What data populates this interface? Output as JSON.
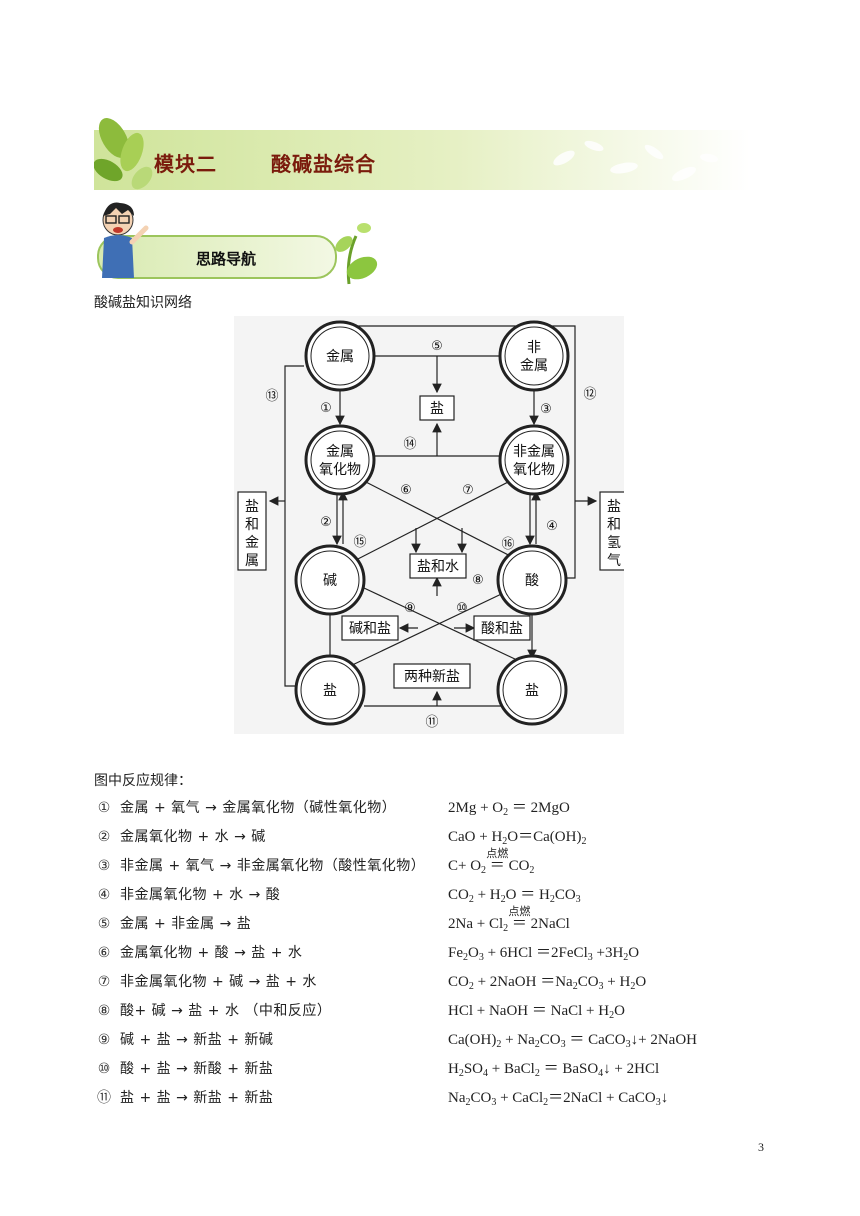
{
  "module": {
    "label": "模块二",
    "title": "酸碱盐综合"
  },
  "section": {
    "title": "思路导航"
  },
  "intro": "酸碱盐知识网络",
  "diagram": {
    "nodes": {
      "metal": "金属",
      "nonmetal_l1": "非",
      "nonmetal_l2": "金属",
      "metal_oxide_l1": "金属",
      "metal_oxide_l2": "氧化物",
      "nonmetal_oxide_l1": "非金属",
      "nonmetal_oxide_l2": "氧化物",
      "base": "碱",
      "acid": "酸",
      "salt_left": "盐",
      "salt_right": "盐"
    },
    "boxes": {
      "salt_top": "盐",
      "salt_water": "盐和水",
      "base_salt": "碱和盐",
      "acid_salt": "酸和盐",
      "two_new_salts": "两种新盐",
      "salt_metal": [
        "盐",
        "和",
        "金",
        "属"
      ],
      "salt_hydrogen": [
        "盐",
        "和",
        "氢",
        "气"
      ]
    },
    "labels": {
      "n1": "①",
      "n2": "②",
      "n3": "③",
      "n4": "④",
      "n5": "⑤",
      "n6": "⑥",
      "n7": "⑦",
      "n8": "⑧",
      "n9": "⑨",
      "n10": "⑩",
      "n11": "⑪",
      "n12": "⑫",
      "n13": "⑬",
      "n14": "⑭",
      "n15": "⑮",
      "n16": "⑯"
    }
  },
  "rules_heading": "图中反应规律：",
  "rules": [
    {
      "num": "①",
      "text": "金属 + 氧气 → 金属氧化物（碱性氧化物）"
    },
    {
      "num": "②",
      "text": "金属氧化物 + 水 → 碱"
    },
    {
      "num": "③",
      "text": "非金属 + 氧气 → 非金属氧化物（酸性氧化物）"
    },
    {
      "num": "④",
      "text": "非金属氧化物 + 水 → 酸"
    },
    {
      "num": "⑤",
      "text": "金属 + 非金属 → 盐"
    },
    {
      "num": "⑥",
      "text": "金属氧化物 + 酸 → 盐 + 水"
    },
    {
      "num": "⑦",
      "text": "非金属氧化物 + 碱 → 盐 + 水"
    },
    {
      "num": "⑧",
      "text": "酸+ 碱 → 盐 + 水 （中和反应）"
    },
    {
      "num": "⑨",
      "text": "碱 + 盐 → 新盐 + 新碱"
    },
    {
      "num": "⑩",
      "text": "酸 + 盐 → 新酸 + 新盐"
    },
    {
      "num": "⑪",
      "text": "盐 + 盐 → 新盐 + 新盐"
    }
  ],
  "equations": {
    "e1": {
      "a": "2Mg + O",
      "b": "2",
      "c": " ＝ 2MgO"
    },
    "e2": {
      "a": "CaO + H",
      "b": "2",
      "c": "O＝Ca(OH)",
      "d": "2"
    },
    "e3": {
      "a": "C+ O",
      "b": "2",
      "cond": "点燃",
      "sign": "＝",
      "c": " CO",
      "d": "2"
    },
    "e4": {
      "a": "CO",
      "b": "2",
      "c": " + H",
      "d": "2",
      "e": "O ＝ H",
      "f": "2",
      "g": "CO",
      "h": "3"
    },
    "e5": {
      "a": "2Na + Cl",
      "b": "2",
      "cond": "点燃",
      "sign": "＝",
      "c": " 2NaCl"
    },
    "e6": {
      "a": "Fe",
      "b": "2",
      "c": "O",
      "d": "3",
      "e": " + 6HCl ＝2FeCl",
      "f": "3",
      "g": " +3H",
      "h": "2",
      "i": "O"
    },
    "e7": {
      "a": "CO",
      "b": "2",
      "c": " + 2NaOH ＝Na",
      "d": "2",
      "e": "CO",
      "f": "3",
      "g": " + H",
      "h": "2",
      "i": "O"
    },
    "e8": {
      "a": "HCl + NaOH ＝ NaCl + H",
      "b": "2",
      "c": "O"
    },
    "e9": {
      "a": "Ca(OH)",
      "b": "2",
      "c": " + Na",
      "d": "2",
      "e": "CO",
      "f": "3",
      "g": " ＝ CaCO",
      "h": "3",
      "i": "↓+ 2NaOH"
    },
    "e10": {
      "a": "H",
      "b": "2",
      "c": "SO",
      "d": "4",
      "e": " + BaCl",
      "f": "2",
      "g": " ＝ BaSO",
      "h": "4",
      "i": "↓ + 2HCl"
    },
    "e11": {
      "a": "Na",
      "b": "2",
      "c": "CO",
      "d": "3",
      "e": " + CaCl",
      "f": "2",
      "g": "＝2NaCl + CaCO",
      "h": "3",
      "i": "↓"
    }
  },
  "page_number": "3"
}
